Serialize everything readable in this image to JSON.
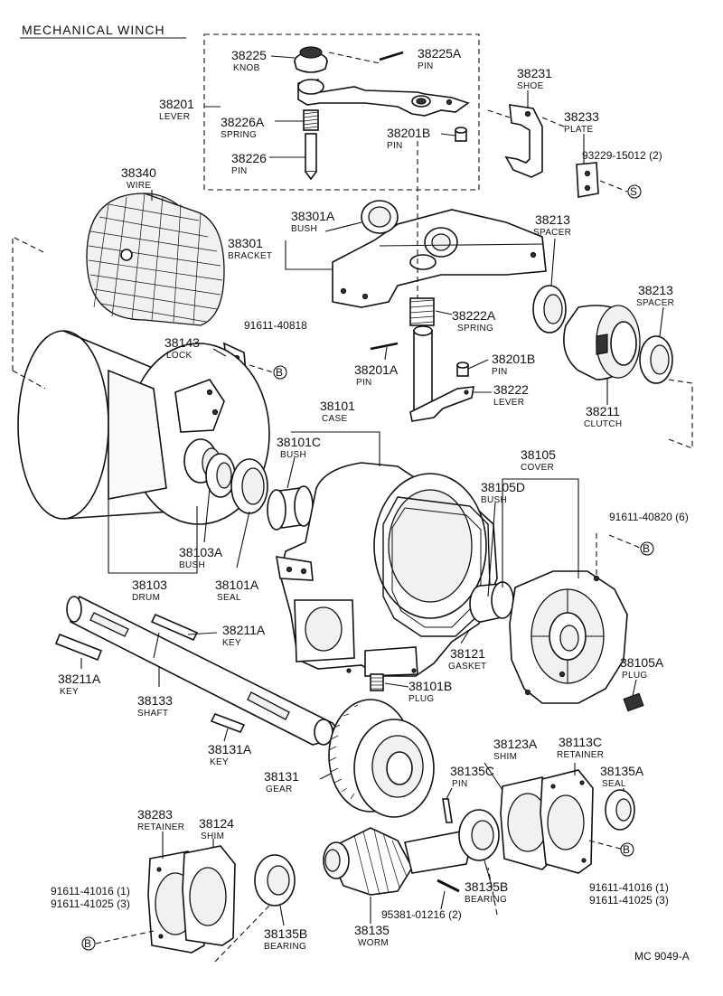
{
  "title": "MECHANICAL WINCH",
  "diagram_code": "MC 9049-A",
  "circle_symbol": "B",
  "circle_symbol_s": "S",
  "parts": [
    {
      "id": "knob",
      "number": "38225",
      "name": "KNOB"
    },
    {
      "id": "pin-a",
      "number": "38225A",
      "name": "PIN"
    },
    {
      "id": "lever-top",
      "number": "38201",
      "name": "LEVER"
    },
    {
      "id": "spring-top",
      "number": "38226A",
      "name": "SPRING"
    },
    {
      "id": "pin-38226",
      "number": "38226",
      "name": "PIN"
    },
    {
      "id": "pin-38201b-top",
      "number": "38201B",
      "name": "PIN"
    },
    {
      "id": "shoe",
      "number": "38231",
      "name": "SHOE"
    },
    {
      "id": "plate",
      "number": "38233",
      "name": "PLATE"
    },
    {
      "id": "bolt-93229",
      "number": "93229-15012 (2)",
      "name": ""
    },
    {
      "id": "wire",
      "number": "38340",
      "name": "WIRE"
    },
    {
      "id": "bush-38301a",
      "number": "38301A",
      "name": "BUSH"
    },
    {
      "id": "bracket",
      "number": "38301",
      "name": "BRACKET"
    },
    {
      "id": "spacer-1",
      "number": "38213",
      "name": "SPACER"
    },
    {
      "id": "spacer-2",
      "number": "38213",
      "name": "SPACER"
    },
    {
      "id": "bolt-40818",
      "number": "91611-40818",
      "name": ""
    },
    {
      "id": "lock",
      "number": "38143",
      "name": "LOCK"
    },
    {
      "id": "spring-bottom",
      "number": "38222A",
      "name": "SPRING"
    },
    {
      "id": "pin-38201a",
      "number": "38201A",
      "name": "PIN"
    },
    {
      "id": "pin-38201b-mid",
      "number": "38201B",
      "name": "PIN"
    },
    {
      "id": "lever-bottom",
      "number": "38222",
      "name": "LEVER"
    },
    {
      "id": "clutch",
      "number": "38211",
      "name": "CLUTCH"
    },
    {
      "id": "case",
      "number": "38101",
      "name": "CASE"
    },
    {
      "id": "bush-38101c",
      "number": "38101C",
      "name": "BUSH"
    },
    {
      "id": "cover",
      "number": "38105",
      "name": "COVER"
    },
    {
      "id": "bush-38105d",
      "number": "38105D",
      "name": "BUSH"
    },
    {
      "id": "bolt-40820",
      "number": "91611-40820 (6)",
      "name": ""
    },
    {
      "id": "bush-38103a",
      "number": "38103A",
      "name": "BUSH"
    },
    {
      "id": "drum",
      "number": "38103",
      "name": "DRUM"
    },
    {
      "id": "seal-38101a",
      "number": "38101A",
      "name": "SEAL"
    },
    {
      "id": "key-38211a-1",
      "number": "38211A",
      "name": "KEY"
    },
    {
      "id": "key-38211a-2",
      "number": "38211A",
      "name": "KEY"
    },
    {
      "id": "gasket",
      "number": "38121",
      "name": "GASKET"
    },
    {
      "id": "plug-38105a",
      "number": "38105A",
      "name": "PLUG"
    },
    {
      "id": "plug-38101b",
      "number": "38101B",
      "name": "PLUG"
    },
    {
      "id": "shaft",
      "number": "38133",
      "name": "SHAFT"
    },
    {
      "id": "key-38131a",
      "number": "38131A",
      "name": "KEY"
    },
    {
      "id": "shim-38123a",
      "number": "38123A",
      "name": "SHIM"
    },
    {
      "id": "retainer-38113c",
      "number": "38113C",
      "name": "RETAINER"
    },
    {
      "id": "pin-38135c",
      "number": "38135C",
      "name": "PIN"
    },
    {
      "id": "seal-38135a",
      "number": "38135A",
      "name": "SEAL"
    },
    {
      "id": "gear",
      "number": "38131",
      "name": "GEAR"
    },
    {
      "id": "retainer-38283",
      "number": "38283",
      "name": "RETAINER"
    },
    {
      "id": "shim-38124",
      "number": "38124",
      "name": "SHIM"
    },
    {
      "id": "bearing-38135b-r",
      "number": "38135B",
      "name": "BEARING"
    },
    {
      "id": "bearing-38135b-l",
      "number": "38135B",
      "name": "BEARING"
    },
    {
      "id": "worm",
      "number": "38135",
      "name": "WORM"
    },
    {
      "id": "pin-95381",
      "number": "95381-01216 (2)",
      "name": ""
    }
  ],
  "bolt_refs": [
    {
      "id": "bolt-right-1",
      "text": "91611-41016 (1)"
    },
    {
      "id": "bolt-right-2",
      "text": "91611-41025 (3)"
    },
    {
      "id": "bolt-left-1",
      "text": "91611-41016 (1)"
    },
    {
      "id": "bolt-left-2",
      "text": "91611-41025 (3)"
    }
  ]
}
